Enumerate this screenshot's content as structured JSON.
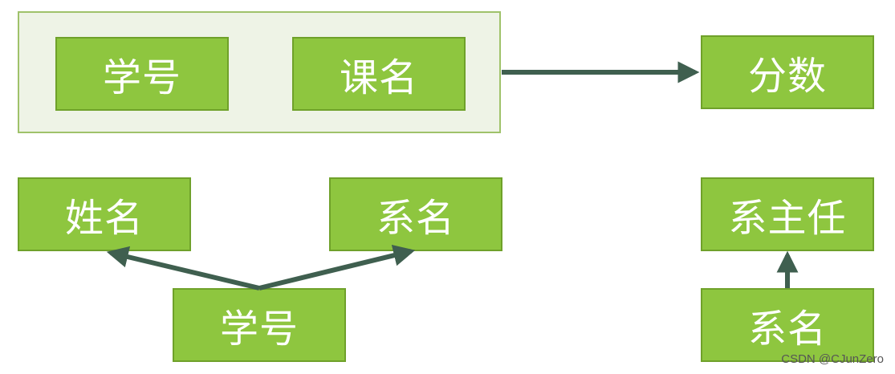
{
  "nodes": {
    "student_id_top": "学号",
    "course_name": "课名",
    "score": "分数",
    "name": "姓名",
    "dept_name_left": "系名",
    "student_id_bottom": "学号",
    "dept_head": "系主任",
    "dept_name_right": "系名"
  },
  "watermark": "CSDN @CJunZero",
  "colors": {
    "node_fill": "#8ec63f",
    "node_border": "#6fa12a",
    "group_fill": "#eef3e6",
    "arrow": "#3f5f4f"
  }
}
